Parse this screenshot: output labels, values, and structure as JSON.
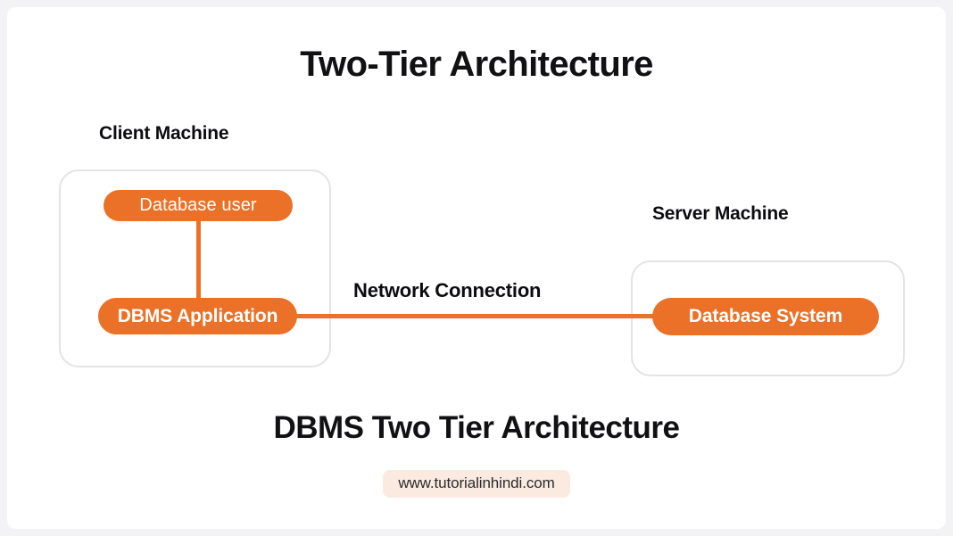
{
  "page": {
    "title": "Two-Tier Architecture",
    "caption": "DBMS Two Tier Architecture",
    "watermark": "www.tutorialinhindi.com"
  },
  "colors": {
    "accent_orange": "#ea7127",
    "text_dark": "#111114",
    "box_border": "#e4e4e7",
    "watermark_bg": "#faeadf",
    "canvas_bg": "#ffffff",
    "frame_bg": "#f3f3f5"
  },
  "diagram": {
    "type": "block-diagram",
    "client": {
      "label": "Client Machine",
      "nodes": [
        {
          "id": "database-user",
          "label": "Database user",
          "style": "pill-orange",
          "weight": "regular"
        },
        {
          "id": "dbms-application",
          "label": "DBMS Application",
          "style": "pill-orange",
          "weight": "bold"
        }
      ]
    },
    "server": {
      "label": "Server Machine",
      "nodes": [
        {
          "id": "database-system",
          "label": "Database System",
          "style": "pill-orange",
          "weight": "bold"
        }
      ]
    },
    "connections": [
      {
        "id": "user-to-app",
        "from": "database-user",
        "to": "dbms-application",
        "label": "",
        "orientation": "vertical"
      },
      {
        "id": "app-to-db",
        "from": "dbms-application",
        "to": "database-system",
        "label": "Network Connection",
        "orientation": "horizontal"
      }
    ]
  }
}
